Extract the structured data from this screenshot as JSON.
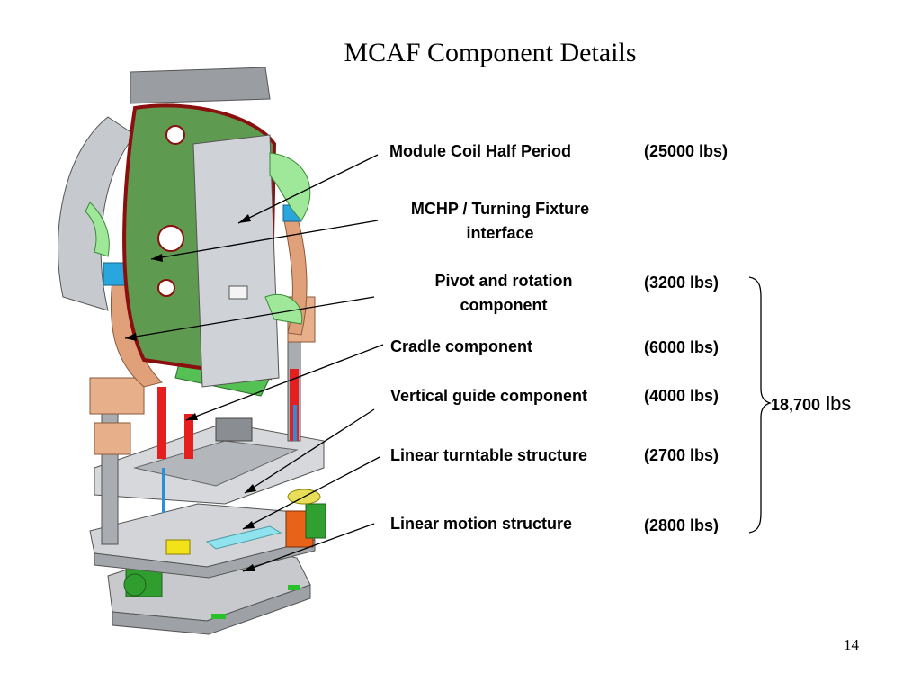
{
  "title": "MCAF Component Details",
  "components": [
    {
      "label": "Module Coil Half Period",
      "weight": "(25000 lbs)"
    },
    {
      "label": "MCHP / Turning Fixture interface",
      "line1": "MCHP / Turning Fixture",
      "line2": "interface",
      "weight": ""
    },
    {
      "label": "Pivot and rotation component",
      "line1": "Pivot and rotation",
      "line2": "component",
      "weight": "(3200 lbs)"
    },
    {
      "label": "Cradle component",
      "weight": "(6000 lbs)"
    },
    {
      "label": "Vertical guide component",
      "weight": "(4000 lbs)"
    },
    {
      "label": "Linear turntable structure",
      "weight": "(2700 lbs)"
    },
    {
      "label": "Linear motion structure",
      "weight": "(2800 lbs)"
    }
  ],
  "total": {
    "value": "18,700",
    "unit": "lbs"
  },
  "page_number": "14"
}
